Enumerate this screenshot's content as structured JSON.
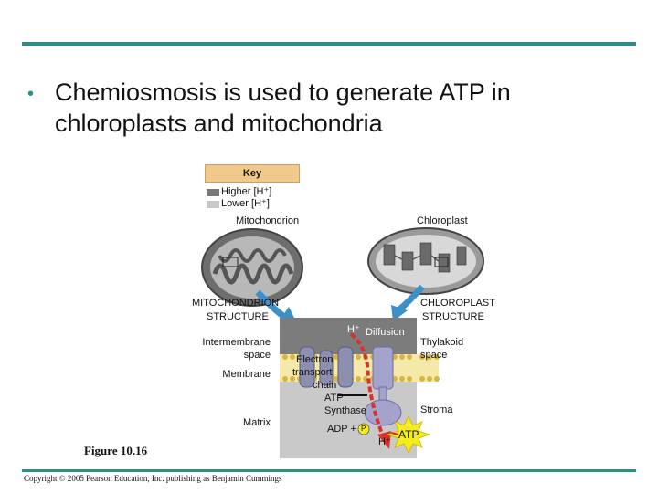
{
  "slide": {
    "bullet": "•",
    "title_line1": "Chemiosmosis is used to generate ATP in",
    "title_line2": "chloroplasts and mitochondria",
    "figure_label": "Figure 10.16",
    "copyright": "Copyright © 2005 Pearson Education, Inc. publishing as Benjamin Cummings"
  },
  "key": {
    "title": "Key",
    "higher": "Higher [H⁺]",
    "lower": "Lower [H⁺]",
    "higher_color": "#7a7a7a",
    "lower_color": "#c8c8c8"
  },
  "diagram": {
    "mito_label": "Mitochondrion",
    "chloro_label": "Chloroplast",
    "mito_structure_l1": "MITOCHONDRION",
    "mito_structure_l2": "STRUCTURE",
    "chloro_structure_l1": "CHLOROPLAST",
    "chloro_structure_l2": "STRUCTURE",
    "h_plus": "H⁺",
    "diffusion": "Diffusion",
    "intermembrane_l1": "Intermembrane",
    "intermembrane_l2": "space",
    "membrane": "Membrane",
    "matrix": "Matrix",
    "etc_l1": "Electron",
    "etc_l2": "transport",
    "etc_l3": "chain",
    "atp_synthase_l1": "ATP",
    "atp_synthase_l2": "Synthase",
    "thylakoid_l1": "Thylakoid",
    "thylakoid_l2": "space",
    "stroma": "Stroma",
    "adp": "ADP +",
    "p": "P",
    "h_plus_bottom": "H⁺",
    "atp": "ATP",
    "accent_teal": "#2e8f86",
    "arrow_blue": "#3d8fc9",
    "arrow_red": "#d9322b",
    "atp_yellow": "#f3ec1e",
    "key_bar": "#f2c98c"
  }
}
